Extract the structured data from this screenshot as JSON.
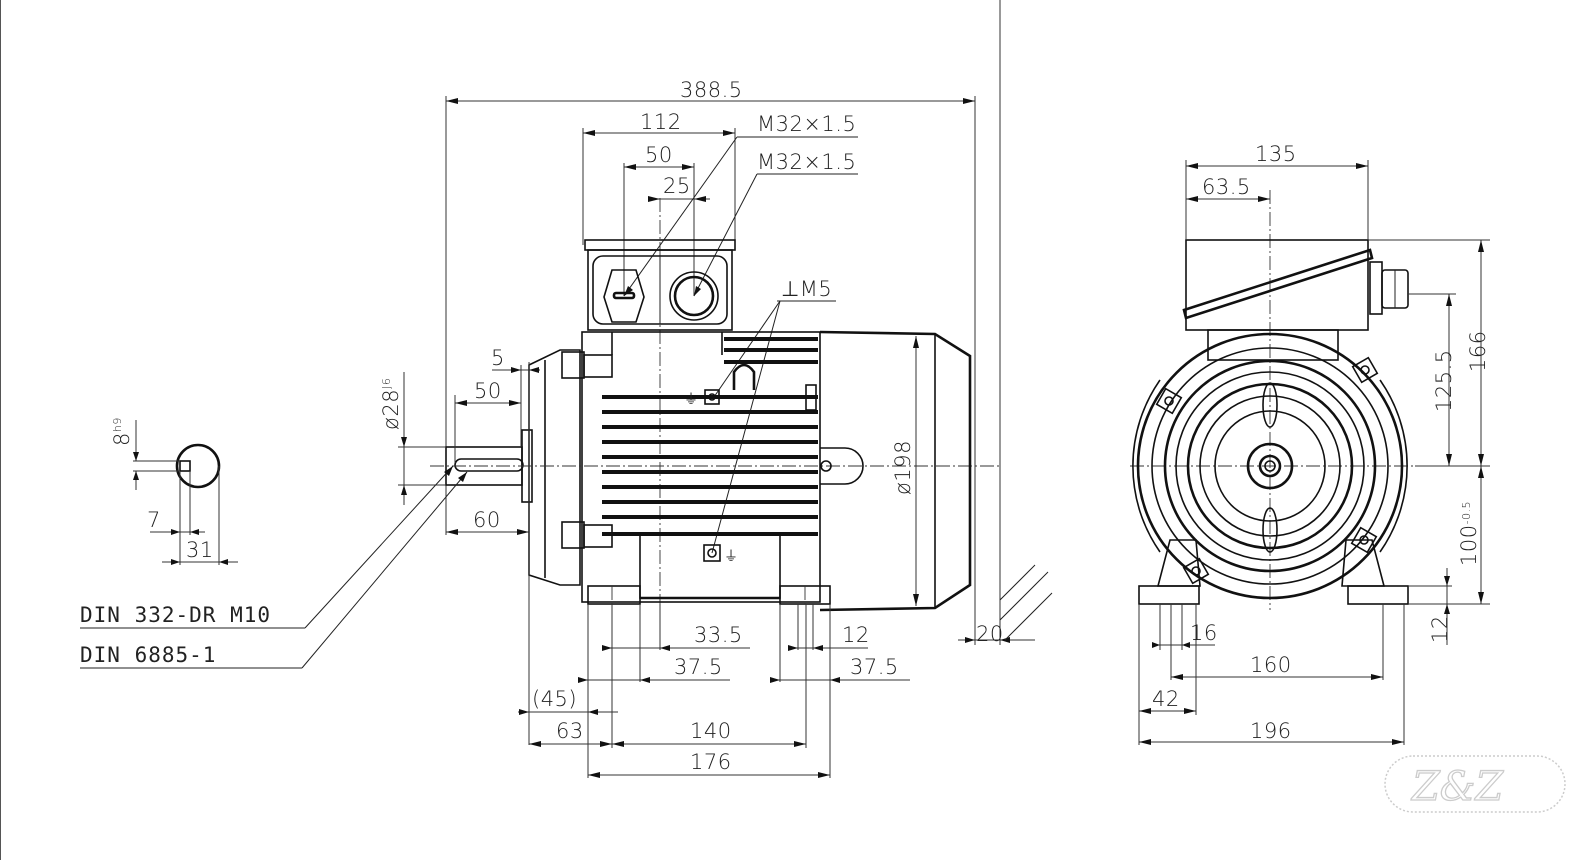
{
  "drawing": {
    "title": "Three-phase motor dimension drawing",
    "views": [
      "side-view",
      "end-view",
      "shaft-section"
    ]
  },
  "shaft_section": {
    "key_width": "8",
    "key_width_tol": "h9",
    "key_depth": "7",
    "shaft_height": "31"
  },
  "side_view": {
    "overall_length": "388.5",
    "terminal_box_width": "112",
    "gland_spacing": "50",
    "gland_offset": "25",
    "gland_1": "M32×1.5",
    "gland_2": "M32×1.5",
    "earth_screw": "⊥M5",
    "shaft_shoulder": "5",
    "key_length": "50",
    "shaft_length": "60",
    "shaft_diameter": "ø28",
    "shaft_diameter_tol": "J6",
    "frame_diameter": "ø198",
    "fan_cover_gap": "20",
    "foot_33_5": "33.5",
    "foot_12": "12",
    "foot_37_5_left": "37.5",
    "foot_37_5_right": "37.5",
    "flange_45": "(45)",
    "dim_63": "63",
    "foot_hole_spacing": "140",
    "foot_length": "176"
  },
  "end_view": {
    "box_width": "135",
    "box_center_offset": "63.5",
    "gland_height": "125.5",
    "box_height": "166",
    "shaft_height": "100",
    "shaft_height_tol": "-0.5",
    "foot_thickness": "12",
    "hole_dia": "16",
    "foot_hole_spacing": "160",
    "foot_edge": "42",
    "foot_width": "196"
  },
  "notes": {
    "thread_std": "DIN 332-DR M10",
    "key_std": "DIN 6885-1"
  },
  "watermark": {
    "text": "Z&Z"
  }
}
